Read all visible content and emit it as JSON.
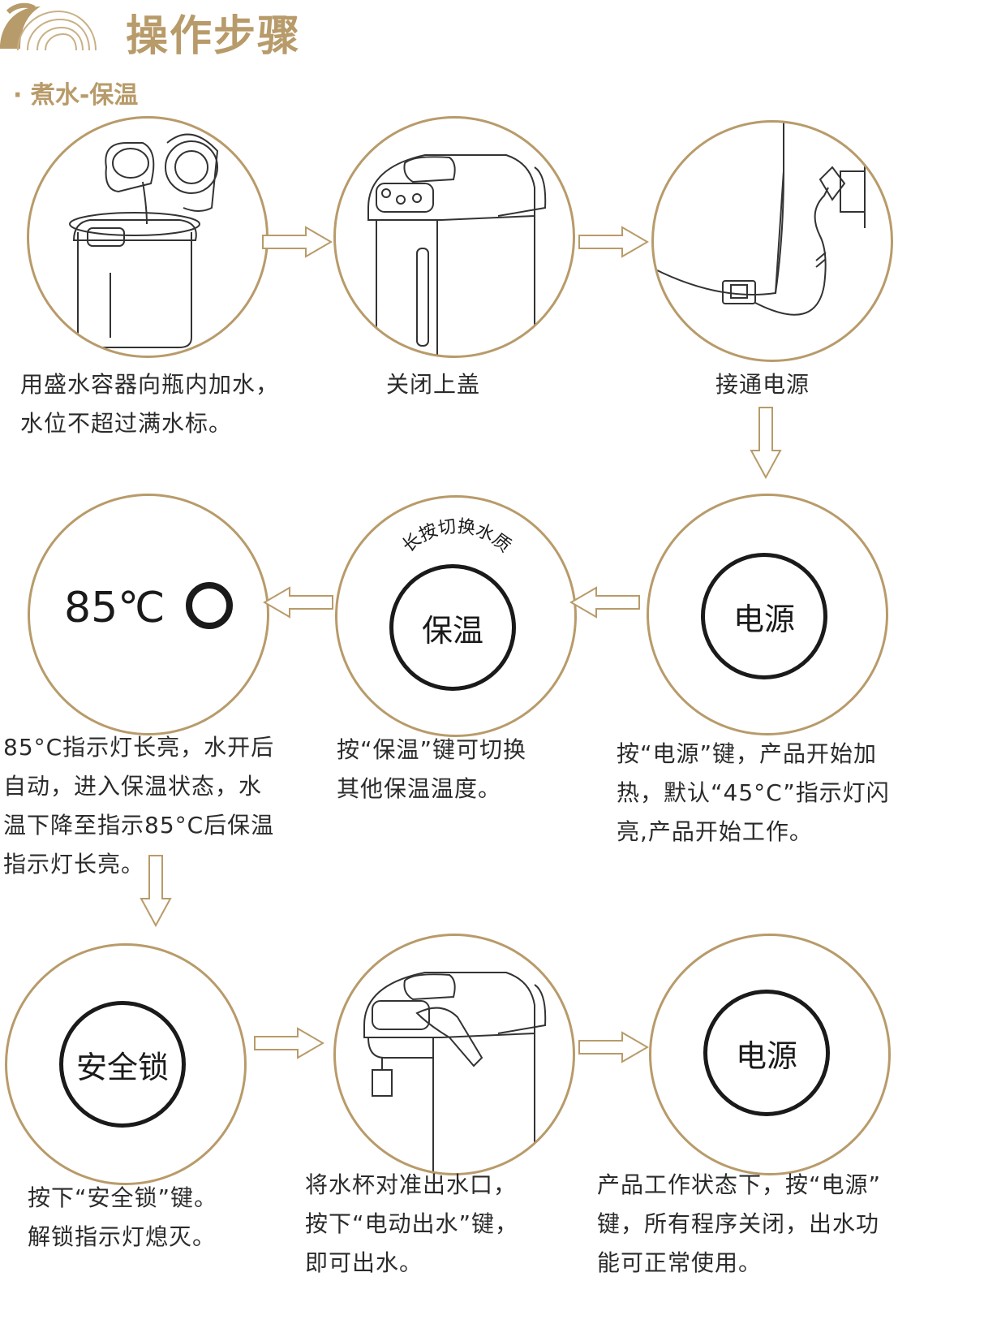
{
  "header": {
    "title": "操作步骤",
    "subtitle": "· 煮水-保温"
  },
  "steps": [
    {
      "caption": [
        "用盛水容器向瓶内加水，",
        "水位不超过满水标。"
      ]
    },
    {
      "caption": [
        "关闭上盖"
      ]
    },
    {
      "caption": [
        "接通电源"
      ]
    },
    {
      "button": "电源",
      "caption": [
        "按“电源”键，产品开始加",
        "热，默认“45°C”指示灯闪",
        "亮,产品开始工作。"
      ]
    },
    {
      "button": "保温",
      "arc_label": "长按切换水质",
      "caption": [
        "按“保温”键可切换",
        "其他保温温度。"
      ]
    },
    {
      "temp": "85℃",
      "caption": [
        "85°C指示灯长亮，水开后",
        "自动，进入保温状态，水",
        "温下降至指示85°C后保温",
        "指示灯长亮。"
      ]
    },
    {
      "button": "安全锁",
      "caption": [
        "按下“安全锁”键。",
        "解锁指示灯熄灭。"
      ]
    },
    {
      "caption": [
        "将水杯对准出水口，",
        "按下“电动出水”键，",
        "即可出水。"
      ]
    },
    {
      "button": "电源",
      "caption": [
        "产品工作状态下，按“电源”",
        "键，所有程序关闭，出水功",
        "能可正常使用。"
      ]
    }
  ],
  "colors": {
    "accent": "#b89b6a",
    "ink": "#1a1a1a"
  }
}
